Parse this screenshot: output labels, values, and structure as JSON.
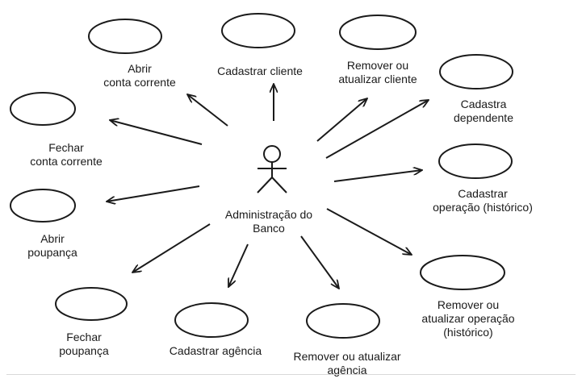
{
  "actor": {
    "name": [
      "Administração do",
      "Banco"
    ]
  },
  "use_cases": [
    {
      "id": "abrir-conta-corrente",
      "label": [
        "Abrir",
        "conta corrente"
      ]
    },
    {
      "id": "cadastrar-cliente",
      "label": [
        "Cadastrar cliente"
      ]
    },
    {
      "id": "remover-atualizar-cliente",
      "label": [
        "Remover ou",
        "atualizar cliente"
      ]
    },
    {
      "id": "cadastra-dependente",
      "label": [
        "Cadastra",
        "dependente"
      ]
    },
    {
      "id": "fechar-conta-corrente",
      "label": [
        "Fechar",
        "conta corrente"
      ]
    },
    {
      "id": "cadastrar-operacao",
      "label": [
        "Cadastrar",
        "operação (histórico)"
      ]
    },
    {
      "id": "abrir-poupanca",
      "label": [
        "Abrir",
        "poupança"
      ]
    },
    {
      "id": "remover-atualizar-operacao",
      "label": [
        "Remover ou",
        "atualizar operação",
        "(histórico)"
      ]
    },
    {
      "id": "fechar-poupanca",
      "label": [
        "Fechar",
        "poupança"
      ]
    },
    {
      "id": "cadastrar-agencia",
      "label": [
        "Cadastrar agência"
      ]
    },
    {
      "id": "remover-atualizar-agencia",
      "label": [
        "Remover ou atualizar",
        "agência"
      ]
    }
  ],
  "colors": {
    "stroke": "#1a1a1a",
    "background": "#ffffff"
  }
}
